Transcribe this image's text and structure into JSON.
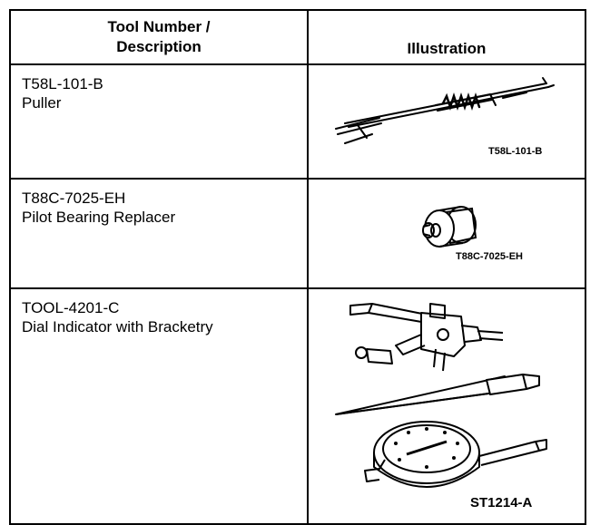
{
  "header": {
    "desc_line1": "Tool Number /",
    "desc_line2": "Description",
    "illustration": "Illustration"
  },
  "tools": [
    {
      "number": "T58L-101-B",
      "description": "Puller",
      "figure_label": "T58L-101-B",
      "icon": "puller-illustration"
    },
    {
      "number": "T88C-7025-EH",
      "description": "Pilot Bearing Replacer",
      "figure_label": "T88C-7025-EH",
      "icon": "pilot-bearing-replacer-illustration"
    },
    {
      "number": "TOOL-4201-C",
      "description": "Dial Indicator with Bracketry",
      "figure_label": "ST1214-A",
      "icon": "dial-indicator-illustration"
    }
  ]
}
